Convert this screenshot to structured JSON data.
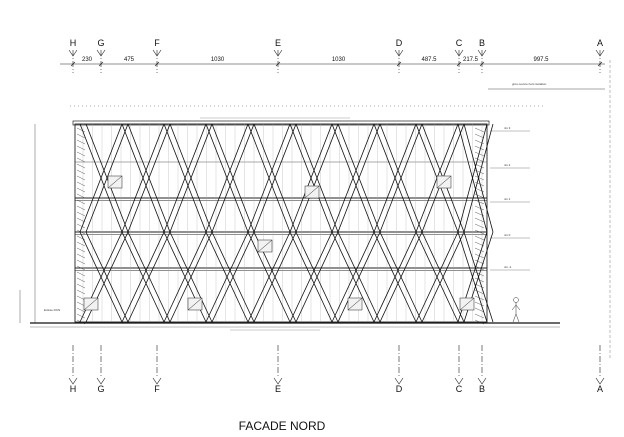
{
  "drawing": {
    "title": "FACADE NORD",
    "note_top_right": "gros oeuvre hors isolation",
    "entry_label": "Entrée DCN",
    "axes": [
      "H",
      "G",
      "F",
      "E",
      "D",
      "C",
      "B",
      "A"
    ],
    "dimensions": [
      "230",
      "475",
      "1030",
      "1030",
      "487.5",
      "217.5",
      "997.5"
    ],
    "level_labels_right": [
      "niv 3",
      "niv 2",
      "niv 1",
      "niv 0",
      "niv -1"
    ]
  }
}
